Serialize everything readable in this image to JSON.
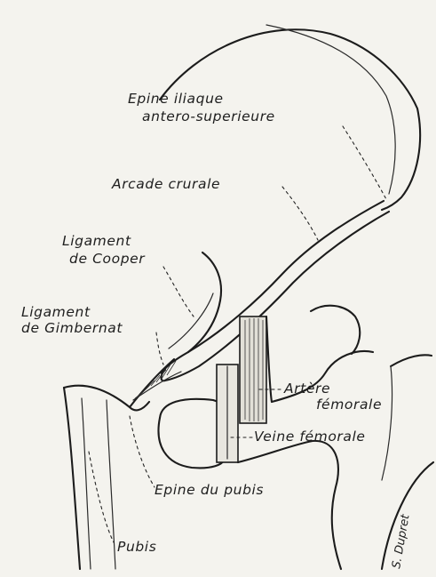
{
  "labels": {
    "epine_iliaque_1": "Epine iliaque",
    "epine_iliaque_2": "antero-superieure",
    "arcade_crurale": "Arcade crurale",
    "ligament_cooper_1": "Ligament",
    "ligament_cooper_2": "de Cooper",
    "ligament_gimbernat_1": "Ligament",
    "ligament_gimbernat_2": "de Gimbernat",
    "artere_femorale_1": "Artère",
    "artere_femorale_2": "fémorale",
    "veine_femorale": "Veine fémorale",
    "epine_pubis": "Epine du pubis",
    "pubis": "Pubis"
  },
  "signature": "S. Dupret"
}
